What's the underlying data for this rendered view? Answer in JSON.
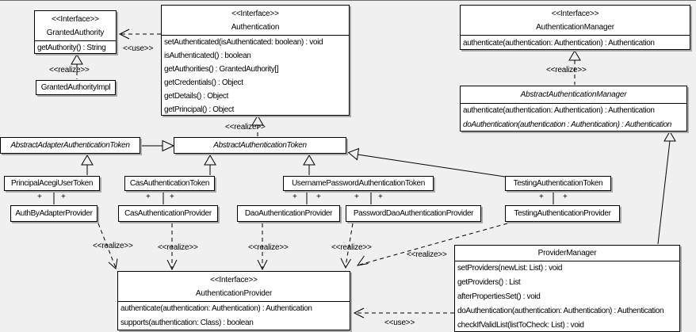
{
  "diagram": {
    "background": "#f0f0f0",
    "node_fill": "#ffffff",
    "line_color": "#000000"
  },
  "labels": {
    "use": "<<use>>",
    "realize": "<<realize>>",
    "plus": "+"
  },
  "classes": {
    "granted_authority": {
      "stereotype": "<<Interface>>",
      "name": "GrantedAuthority",
      "methods": [
        "getAuthority() : String"
      ]
    },
    "granted_authority_impl": {
      "name": "GrantedAuthorityImpl"
    },
    "authentication": {
      "stereotype": "<<Interface>>",
      "name": "Authentication",
      "methods": [
        "setAuthenticated(isAuthenticated: boolean) : void",
        "isAuthenticated() : boolean",
        "getAuthorities() : GrantedAuthority[]",
        "getCredentials() : Object",
        "getDetails() : Object",
        "getPrincipal() : Object"
      ]
    },
    "authentication_manager": {
      "stereotype": "<<Interface>>",
      "name": "AuthenticationManager",
      "methods": [
        "authenticate(authentication: Authentication) : Authentication"
      ]
    },
    "abstract_authentication_manager": {
      "name": "AbstractAuthenticationManager",
      "abstract": true,
      "methods": [
        "authenticate(authentication: Authentication) : Authentication",
        "doAuthentication(authentication : Authentication) : Authentication"
      ],
      "italic_methods": [
        1
      ]
    },
    "abstract_adapter_authentication_token": {
      "name": "AbstractAdapterAuthenticationToken",
      "abstract": true
    },
    "abstract_authentication_token": {
      "name": "AbstractAuthenticationToken",
      "abstract": true
    },
    "principal_acegi_user_token": {
      "name": "PrincipalAcegiUserToken"
    },
    "cas_authentication_token": {
      "name": "CasAuthenticationToken"
    },
    "username_password_authentication_token": {
      "name": "UsernamePasswordAuthenticationToken"
    },
    "testing_authentication_token": {
      "name": "TestingAuthenticationToken"
    },
    "auth_by_adapter_provider": {
      "name": "AuthByAdapterProvider"
    },
    "cas_authentication_provider": {
      "name": "CasAuthenticationProvider"
    },
    "dao_authentication_provider": {
      "name": "DaoAuthenticationProvider"
    },
    "password_dao_authentication_provider": {
      "name": "PasswordDaoAuthenticationProvider"
    },
    "testing_authentication_provider": {
      "name": "TestingAuthenticationProvider"
    },
    "authentication_provider": {
      "stereotype": "<<Interface>>",
      "name": "AuthenticationProvider",
      "methods": [
        "authenticate(authentication: Authentication) : Authentication",
        "supports(authentication: Class) : boolean"
      ]
    },
    "provider_manager": {
      "name": "ProviderManager",
      "methods": [
        "setProviders(newList: List) : void",
        "getProviders() : List",
        "afterPropertiesSet() : void",
        "doAuthentication(authentication: Authentication) : Authentication",
        "checkIfValidList(listToCheck: List) : void"
      ]
    }
  },
  "relationships": [
    {
      "type": "use",
      "from": "Authentication",
      "to": "GrantedAuthority",
      "label": "<<use>>"
    },
    {
      "type": "realize",
      "from": "GrantedAuthorityImpl",
      "to": "GrantedAuthority",
      "label": "<<realize>>"
    },
    {
      "type": "realize",
      "from": "AbstractAuthenticationToken",
      "to": "Authentication",
      "label": "<<realize>>"
    },
    {
      "type": "realize",
      "from": "AbstractAuthenticationManager",
      "to": "AuthenticationManager",
      "label": "<<realize>>"
    },
    {
      "type": "generalize",
      "from": "AbstractAdapterAuthenticationToken",
      "to": "AbstractAuthenticationToken"
    },
    {
      "type": "generalize",
      "from": "PrincipalAcegiUserToken",
      "to": "AbstractAdapterAuthenticationToken"
    },
    {
      "type": "generalize",
      "from": "CasAuthenticationToken",
      "to": "AbstractAuthenticationToken"
    },
    {
      "type": "generalize",
      "from": "UsernamePasswordAuthenticationToken",
      "to": "AbstractAuthenticationToken"
    },
    {
      "type": "generalize",
      "from": "TestingAuthenticationToken",
      "to": "AbstractAuthenticationToken"
    },
    {
      "type": "generalize",
      "from": "ProviderManager",
      "to": "AbstractAuthenticationManager"
    },
    {
      "type": "association",
      "from": "PrincipalAcegiUserToken",
      "to": "AuthByAdapterProvider",
      "end_adornments": "+ +"
    },
    {
      "type": "association",
      "from": "CasAuthenticationToken",
      "to": "CasAuthenticationProvider",
      "end_adornments": "+ +"
    },
    {
      "type": "association",
      "from": "UsernamePasswordAuthenticationToken",
      "to": "DaoAuthenticationProvider",
      "end_adornments": "+ +"
    },
    {
      "type": "association",
      "from": "UsernamePasswordAuthenticationToken",
      "to": "PasswordDaoAuthenticationProvider",
      "end_adornments": "+ +"
    },
    {
      "type": "association",
      "from": "TestingAuthenticationToken",
      "to": "TestingAuthenticationProvider",
      "end_adornments": "+ +"
    },
    {
      "type": "realize",
      "from": "AuthByAdapterProvider",
      "to": "AuthenticationProvider",
      "label": "<<realize>>"
    },
    {
      "type": "realize",
      "from": "CasAuthenticationProvider",
      "to": "AuthenticationProvider",
      "label": "<<realize>>"
    },
    {
      "type": "realize",
      "from": "DaoAuthenticationProvider",
      "to": "AuthenticationProvider",
      "label": "<<realize>>"
    },
    {
      "type": "realize",
      "from": "PasswordDaoAuthenticationProvider",
      "to": "AuthenticationProvider",
      "label": "<<realize>>"
    },
    {
      "type": "realize",
      "from": "TestingAuthenticationProvider",
      "to": "AuthenticationProvider",
      "label": "<<realize>>"
    },
    {
      "type": "use",
      "from": "ProviderManager",
      "to": "AuthenticationProvider",
      "label": "<<use>>"
    }
  ]
}
